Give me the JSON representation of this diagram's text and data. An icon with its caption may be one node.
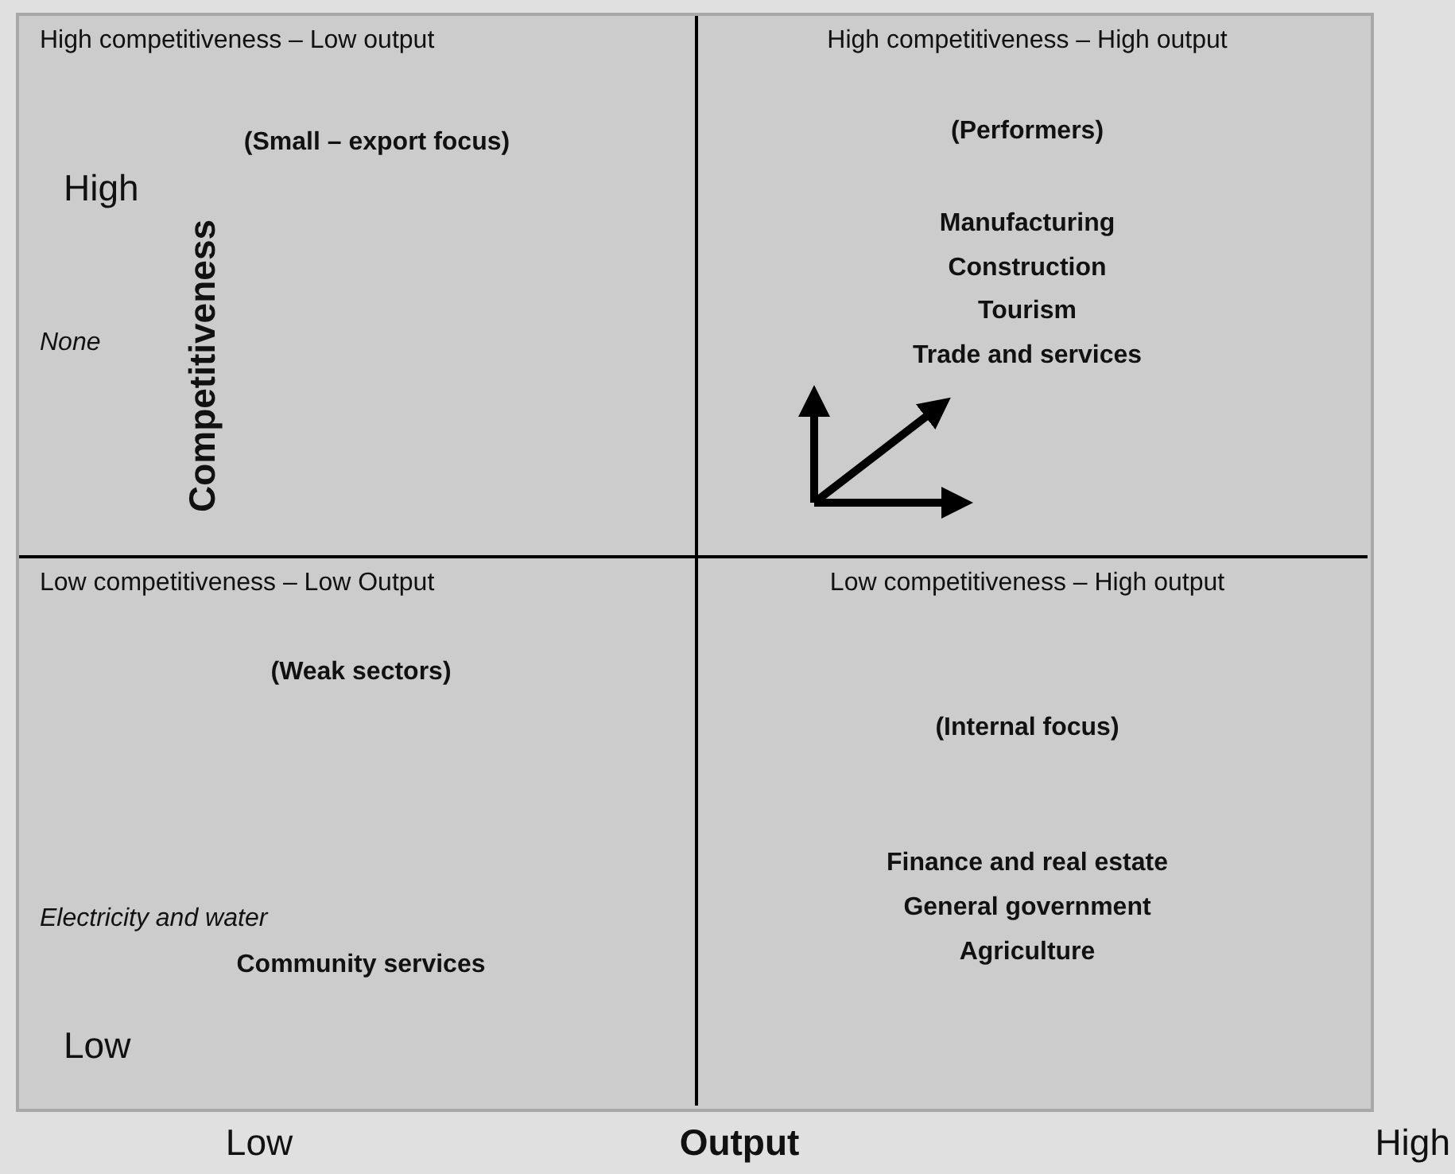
{
  "diagram": {
    "nodes": [
      {
        "text": [
          "High competitiveness – Low output",
          "(Small – export focus)",
          "None"
        ]
      },
      {
        "text": [
          "High competitiveness – High output",
          "(Performers)",
          "Manufacturing",
          "Construction",
          "Tourism",
          "Trade and services"
        ]
      },
      {
        "text": [
          "Low competitiveness – Low Output",
          "(Weak sectors)",
          "Electricity and water",
          "Community services"
        ]
      },
      {
        "text": [
          "Low competitiveness – High output",
          "(Internal focus)",
          "Finance and real estate",
          "General government",
          "Agriculture"
        ]
      }
    ],
    "labels": [
      "High",
      "Competitiveness",
      "Low",
      "Low",
      "Output",
      "High"
    ]
  }
}
